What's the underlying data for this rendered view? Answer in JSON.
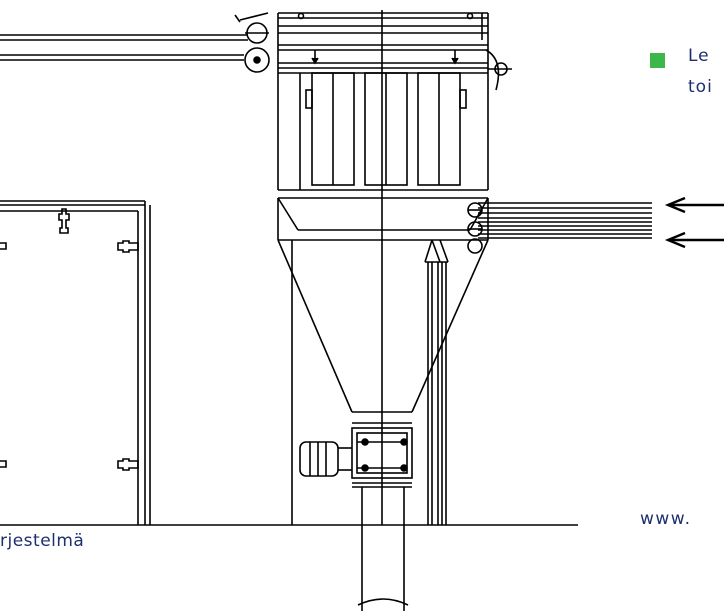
{
  "legend": {
    "line1": "Le",
    "line2": "toi"
  },
  "caption": "rjestelmä",
  "website": "www.",
  "colors": {
    "line": "#000000",
    "accent_green": "#3cb84a",
    "text_blue": "#1d2f6d"
  }
}
